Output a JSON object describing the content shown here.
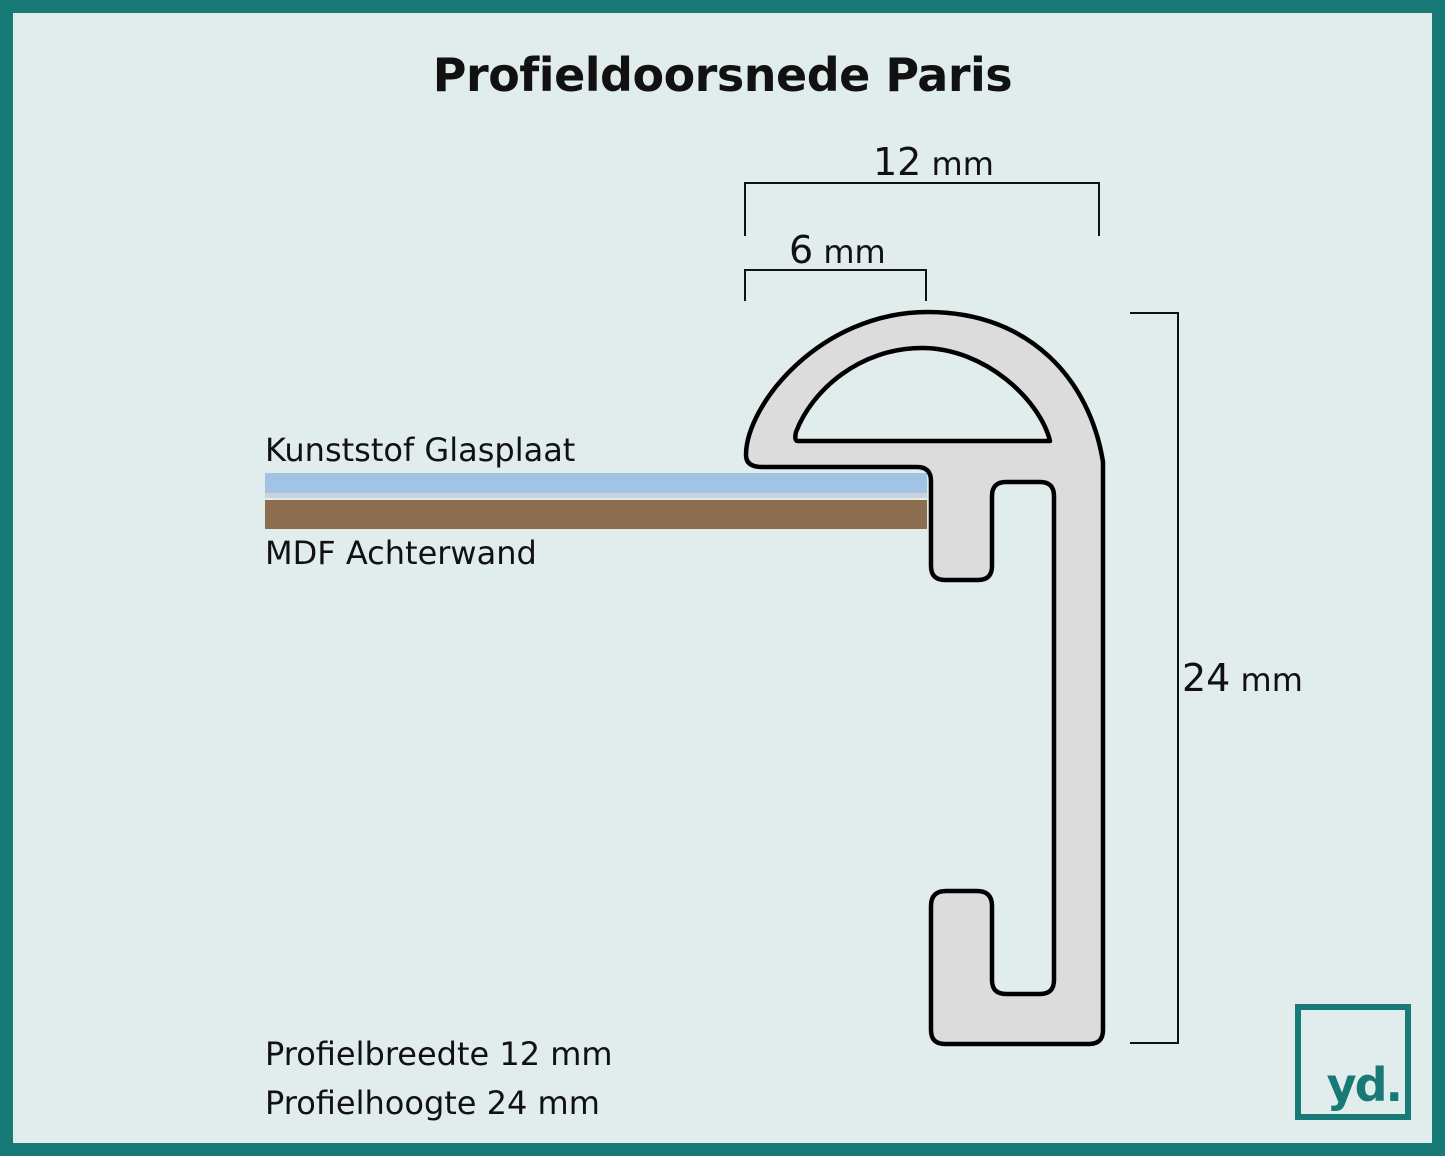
{
  "title": "Profieldoorsnede Paris",
  "dimensions": {
    "width_top": {
      "value": "12",
      "unit": "mm"
    },
    "width_inner": {
      "value": "6",
      "unit": "mm"
    },
    "height": {
      "value": "24",
      "unit": "mm"
    }
  },
  "labels": {
    "glass": "Kunststof Glasplaat",
    "backboard": "MDF Achterwand"
  },
  "summary": {
    "width": "Profielbreedte 12 mm",
    "height": "Profielhoogte 24 mm"
  },
  "logo": "yd.",
  "colors": {
    "border": "#177a76",
    "background": "#e1eced",
    "profile_fill": "#dcdcdc",
    "glass": "#a2c4e4",
    "mdf": "#8c6d4f"
  }
}
